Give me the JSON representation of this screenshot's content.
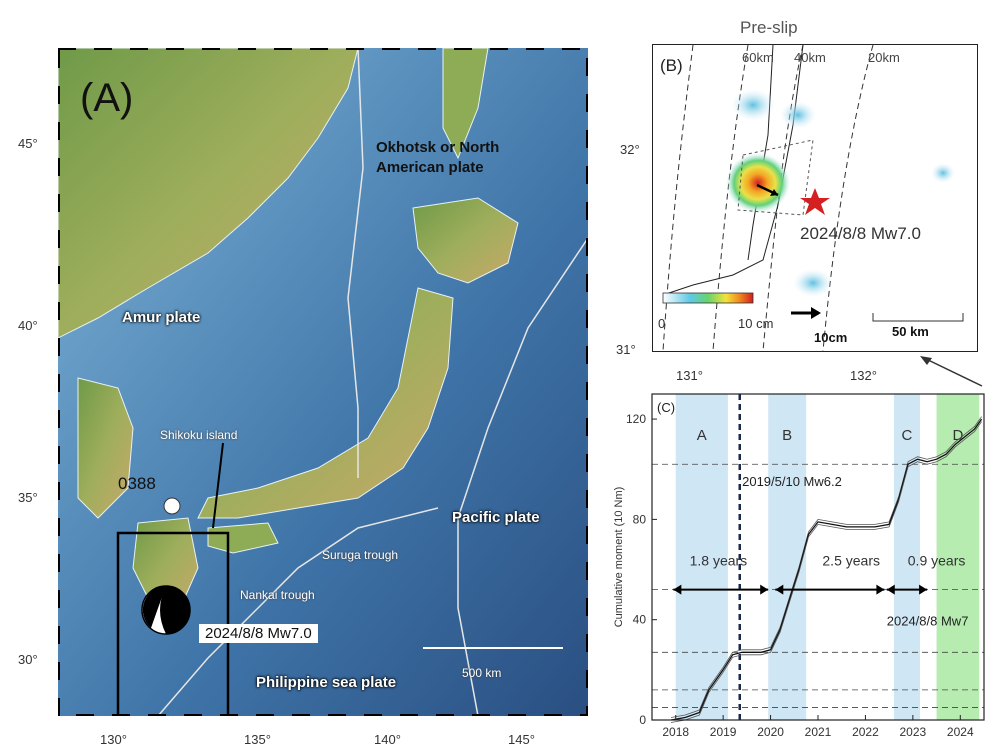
{
  "panel_a": {
    "label": "(A)",
    "lat_ticks": [
      "45°",
      "40°",
      "35°",
      "30°"
    ],
    "lon_ticks": [
      "130°",
      "135°",
      "140°",
      "145°"
    ],
    "plates": {
      "okhotsk": "Okhotsk or North American plate",
      "amur": "Amur plate",
      "pacific": "Pacific plate",
      "philippine": "Philippine sea plate"
    },
    "features": {
      "shikoku": "Shikoku island",
      "station": "0388",
      "suruga": "Suruga trough",
      "nankai": "Nankai trough",
      "event": "2024/8/8 Mw7.0",
      "scale": "500 km"
    }
  },
  "panel_b": {
    "title": "Pre-slip",
    "label": "(B)",
    "depths": [
      "60km",
      "40km",
      "20km"
    ],
    "event": "2024/8/8 Mw7.0",
    "colorbar_min": "0",
    "colorbar_max": "10 cm",
    "vector_scale": "10cm",
    "scale": "50 km",
    "lat_ticks": [
      "32°",
      "31°"
    ],
    "lon_ticks": [
      "131°",
      "132°"
    ]
  },
  "chart_data": {
    "type": "line",
    "label": "(C)",
    "ylabel": "Cumulative moment (10 Nm)",
    "x_ticks": [
      "2018",
      "2019",
      "2020",
      "2021",
      "2022",
      "2023",
      "2024"
    ],
    "y_ticks": [
      "0",
      "40",
      "80",
      "120"
    ],
    "xlim": [
      2017.5,
      2024.5
    ],
    "ylim": [
      0,
      130
    ],
    "periods": [
      {
        "name": "A",
        "start": 2018.0,
        "end": 2019.1,
        "color": "#cfe6f5"
      },
      {
        "name": "B",
        "start": 2019.95,
        "end": 2020.75,
        "color": "#cfe6f5"
      },
      {
        "name": "C",
        "start": 2022.6,
        "end": 2023.15,
        "color": "#cfe6f5"
      },
      {
        "name": "D",
        "start": 2023.5,
        "end": 2024.4,
        "color": "#b6ecb0"
      }
    ],
    "annotations": {
      "event_2019": "2019/5/10 Mw6.2",
      "event_2024": "2024/8/8 Mw7",
      "gap1": "1.8 years",
      "gap2": "2.5 years",
      "gap3": "0.9 years"
    },
    "event_year": 2019.35,
    "series": {
      "x": [
        2017.9,
        2018.2,
        2018.5,
        2018.7,
        2019.0,
        2019.2,
        2019.4,
        2019.6,
        2019.8,
        2020.0,
        2020.2,
        2020.4,
        2020.6,
        2020.8,
        2021.0,
        2021.3,
        2021.6,
        2021.9,
        2022.2,
        2022.5,
        2022.7,
        2022.9,
        2023.1,
        2023.3,
        2023.5,
        2023.7,
        2023.9,
        2024.1,
        2024.3,
        2024.45
      ],
      "y": [
        0,
        1,
        3,
        12,
        20,
        26,
        27,
        27,
        27,
        28,
        36,
        48,
        60,
        74,
        79,
        78,
        77,
        77,
        77,
        78,
        88,
        102,
        104,
        103,
        104,
        106,
        110,
        113,
        116,
        120
      ]
    },
    "hlines": [
      102,
      52,
      27,
      12,
      5
    ]
  }
}
